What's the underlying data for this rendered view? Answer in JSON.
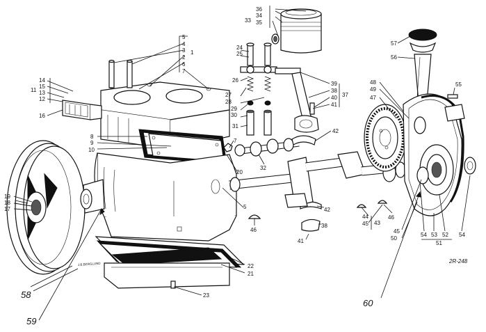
{
  "diagram_code": "2R-248",
  "engraving_text": "J.B.BERGLUND",
  "callouts": {
    "c1": "1",
    "c2": "2",
    "c3": "3",
    "c4": "4",
    "c5": "5",
    "c5b": "5",
    "c6": "6",
    "c7": "7",
    "c7b": "7",
    "c8": "8",
    "c9": "9",
    "c10": "10",
    "c11": "11",
    "c12": "12",
    "c13": "13",
    "c14": "14",
    "c15": "15",
    "c16": "16",
    "c17": "17",
    "c18": "18",
    "c19": "19",
    "c20": "20",
    "c21": "21",
    "c22": "22",
    "c23": "23",
    "c24": "24",
    "c25": "25",
    "c26": "26",
    "c27": "27",
    "c28": "28",
    "c29": "29",
    "c30": "30",
    "c31": "31",
    "c32": "32",
    "c33": "33",
    "c34": "34",
    "c35": "35",
    "c36": "36",
    "c37": "37",
    "c38": "38",
    "c38b": "38",
    "c39": "39",
    "c40": "40",
    "c41": "41",
    "c41b": "41",
    "c42": "42",
    "c42b": "42",
    "c43": "43",
    "c44": "44",
    "c45": "45",
    "c45b": "45",
    "c46": "46",
    "c46b": "46",
    "c47": "47",
    "c48": "48",
    "c49": "49",
    "c50": "50",
    "c51": "51",
    "c52": "52",
    "c53": "53",
    "c54": "54",
    "c54b": "54",
    "c55": "55",
    "c56": "56",
    "c57": "57",
    "c58": "58",
    "c59": "59",
    "c60": "60"
  }
}
